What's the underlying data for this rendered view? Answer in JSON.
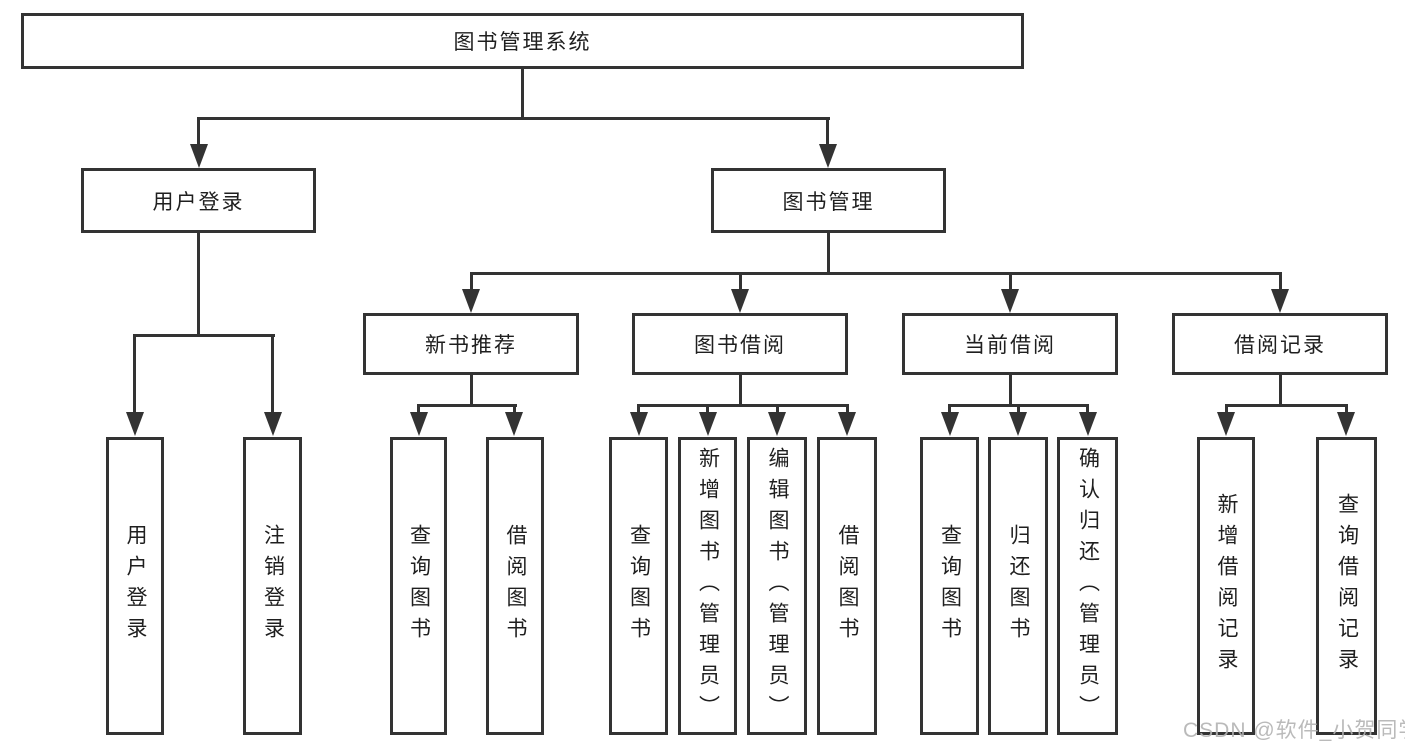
{
  "diagram": {
    "root": {
      "label": "图书管理系统"
    },
    "branches": [
      {
        "label": "用户登录",
        "children": [
          {
            "label": "用户登录"
          },
          {
            "label": "注销登录"
          }
        ]
      },
      {
        "label": "图书管理",
        "children": [
          {
            "label": "新书推荐",
            "children": [
              {
                "label": "查询图书"
              },
              {
                "label": "借阅图书"
              }
            ]
          },
          {
            "label": "图书借阅",
            "children": [
              {
                "label": "查询图书"
              },
              {
                "label": "新增图书（管理员）"
              },
              {
                "label": "编辑图书（管理员）"
              },
              {
                "label": "借阅图书"
              }
            ]
          },
          {
            "label": "当前借阅",
            "children": [
              {
                "label": "查询图书"
              },
              {
                "label": "归还图书"
              },
              {
                "label": "确认归还（管理员）"
              }
            ]
          },
          {
            "label": "借阅记录",
            "children": [
              {
                "label": "新增借阅记录"
              },
              {
                "label": "查询借阅记录"
              }
            ]
          }
        ]
      }
    ]
  },
  "watermark": {
    "text": "CSDN @软件_小贺同学"
  },
  "colors": {
    "line": "#333333",
    "text": "#1f1f1f",
    "box-bg": "#ffffff",
    "page-bg": "#ffffff",
    "watermark": "#b3b3b3"
  }
}
